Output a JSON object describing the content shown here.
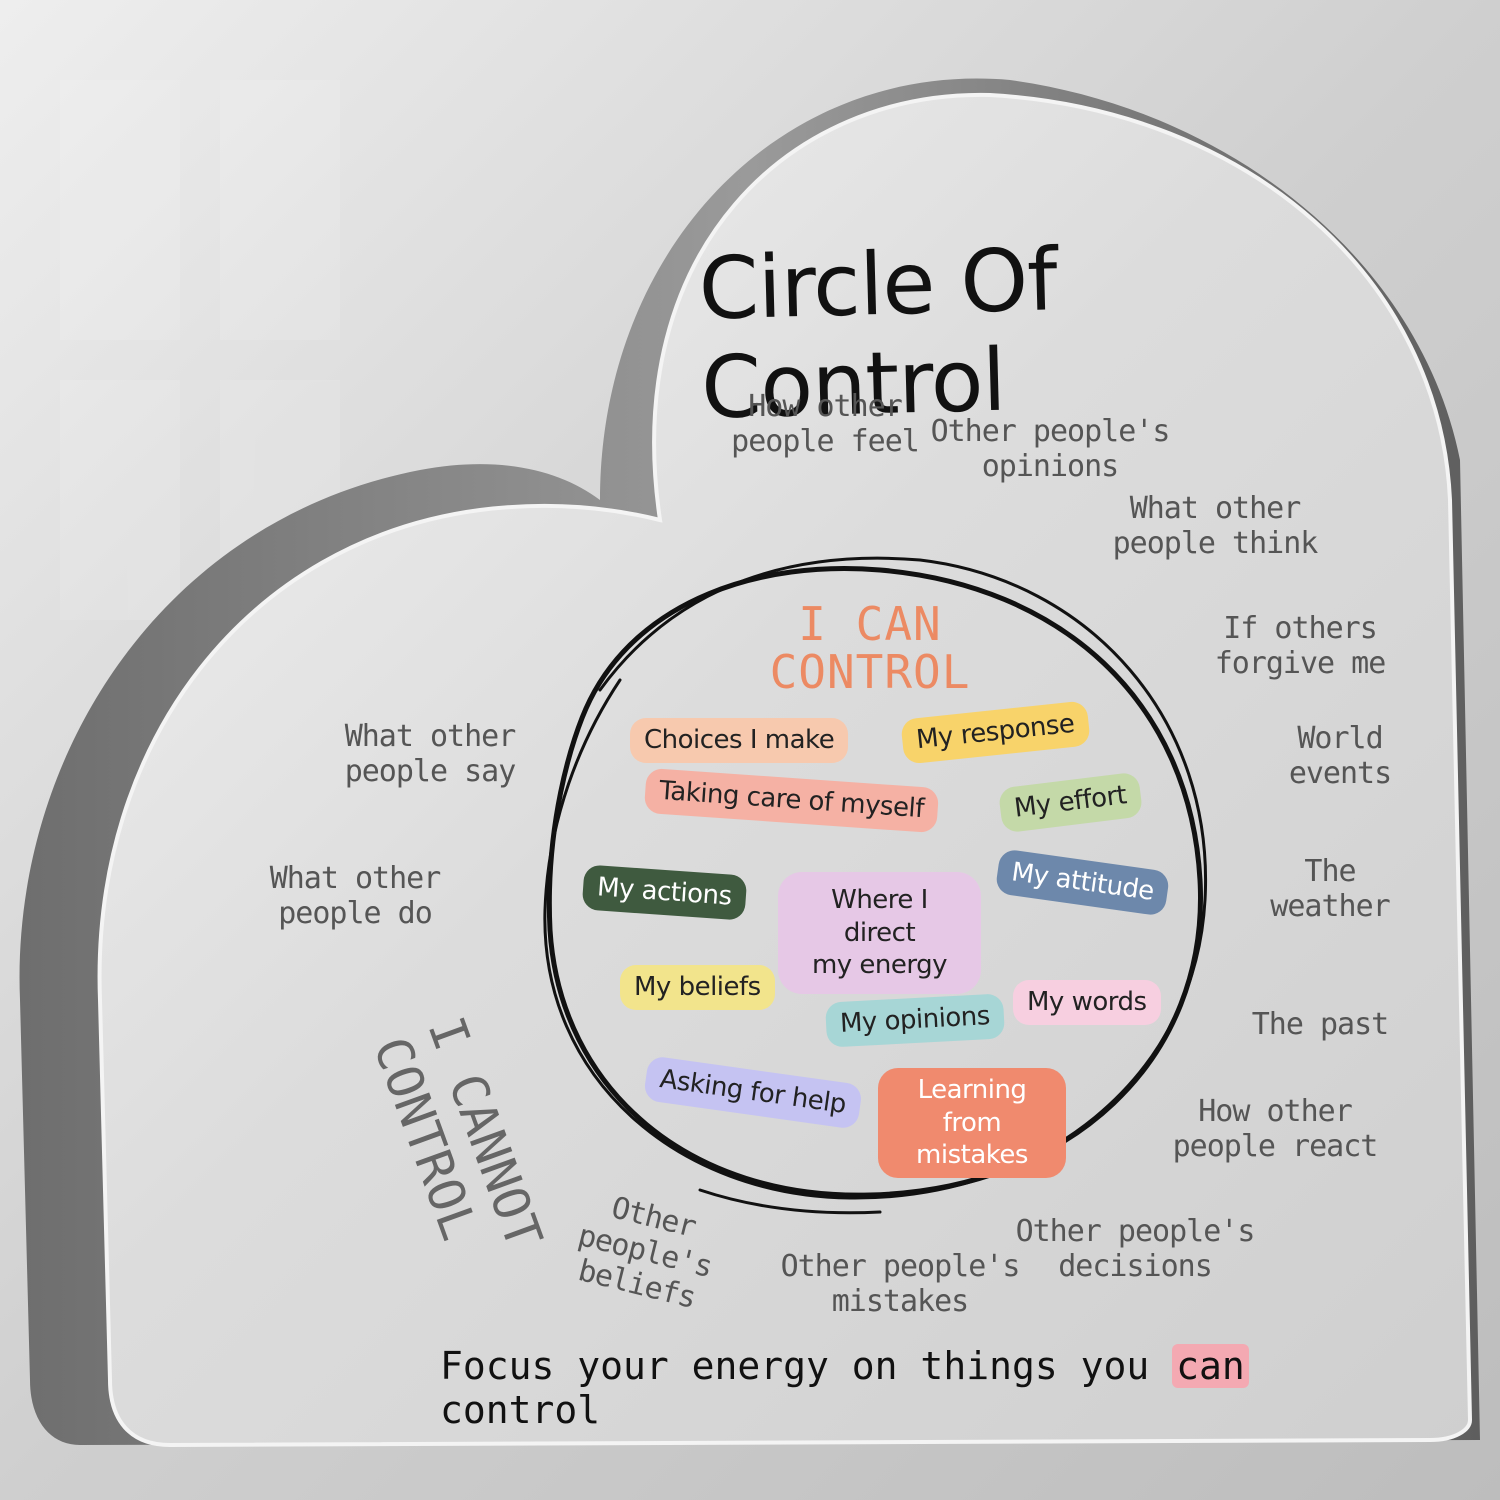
{
  "title": "Circle Of Control",
  "inner_heading": "I CAN\nCONTROL",
  "outer_heading": "I CANNOT\nCONTROL",
  "inner_items": [
    {
      "text": "Choices I make",
      "color": "#f7c9ae"
    },
    {
      "text": "My response",
      "color": "#f8d36a"
    },
    {
      "text": "Taking care of myself",
      "color": "#f5b1a4"
    },
    {
      "text": "My effort",
      "color": "#c4d9a8"
    },
    {
      "text": "My actions",
      "color": "#3f5a3f"
    },
    {
      "text": "Where I direct\nmy energy",
      "color": "#e6c8e6"
    },
    {
      "text": "My attitude",
      "color": "#6d88ab"
    },
    {
      "text": "My beliefs",
      "color": "#f2e48c"
    },
    {
      "text": "My opinions",
      "color": "#a7d6d6"
    },
    {
      "text": "My words",
      "color": "#f7cfe0"
    },
    {
      "text": "Asking for help",
      "color": "#c5c3f2"
    },
    {
      "text": "Learning from\nmistakes",
      "color": "#f08a6e"
    }
  ],
  "outer_items": [
    "How other\npeople feel",
    "Other people's\nopinions",
    "What other\npeople think",
    "If others\nforgive me",
    "World\nevents",
    "The\nweather",
    "The past",
    "How other\npeople react",
    "Other people's\ndecisions",
    "Other people's\nmistakes",
    "Other people's\nbeliefs",
    "What other\npeople say",
    "What other\npeople do"
  ],
  "footer": {
    "before": "Focus your energy on things you ",
    "highlight": "can",
    "after": " control",
    "highlight_color": "#f4a9b2"
  }
}
